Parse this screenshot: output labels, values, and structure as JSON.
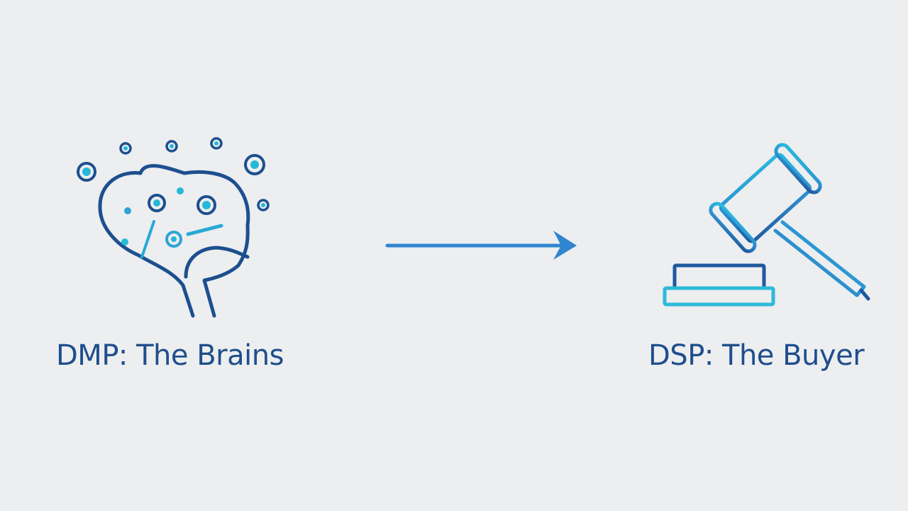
{
  "nodes": [
    {
      "id": "dmp",
      "label": "DMP: The Brains",
      "icon": "brain-network-icon"
    },
    {
      "id": "dsp",
      "label": "DSP: The Buyer",
      "icon": "gavel-icon"
    }
  ],
  "edges": [
    {
      "from": "dmp",
      "to": "dsp",
      "style": "arrow"
    }
  ],
  "colors": {
    "background": "#eceef0",
    "label_text": "#1f4e8c",
    "icon_dark": "#1d4f8f",
    "icon_cyan": "#25b8d8",
    "arrow": "#2f86cf"
  }
}
